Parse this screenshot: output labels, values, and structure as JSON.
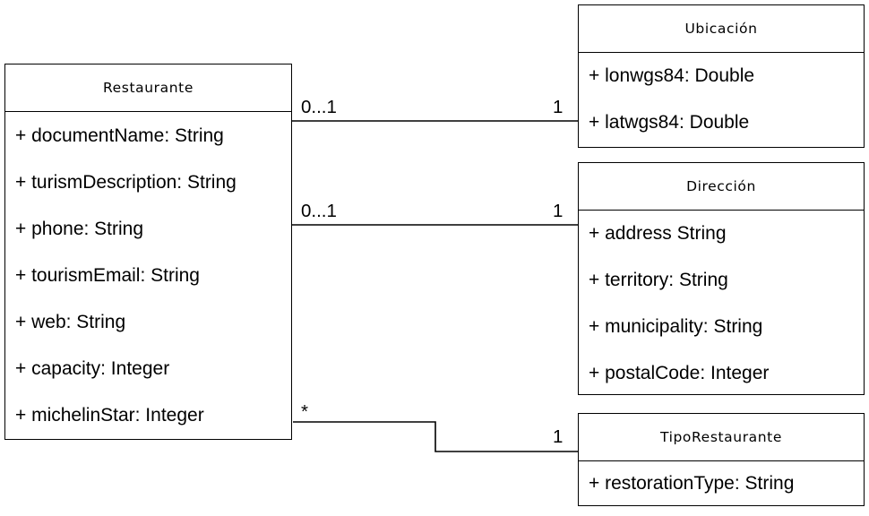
{
  "classes": {
    "restaurante": {
      "name": "Restaurante",
      "attributes": [
        "+ documentName: String",
        "+ turismDescription: String",
        "+ phone: String",
        "+ tourismEmail: String",
        "+ web: String",
        "+ capacity: Integer",
        "+ michelinStar: Integer"
      ]
    },
    "ubicacion": {
      "name": "Ubicación",
      "attributes": [
        "+ lonwgs84: Double",
        "+ latwgs84: Double"
      ]
    },
    "direccion": {
      "name": "Dirección",
      "attributes": [
        "+ address String",
        "+ territory: String",
        "+ municipality: String",
        "+ postalCode: Integer"
      ]
    },
    "tipoRestaurante": {
      "name": "TipoRestaurante",
      "attributes": [
        "+ restorationType: String"
      ]
    }
  },
  "associations": {
    "restaurante_ubicacion": {
      "source_multiplicity": "0...1",
      "target_multiplicity": "1"
    },
    "restaurante_direccion": {
      "source_multiplicity": "0...1",
      "target_multiplicity": "1"
    },
    "restaurante_tipo": {
      "source_multiplicity": "*",
      "target_multiplicity": "1"
    }
  }
}
